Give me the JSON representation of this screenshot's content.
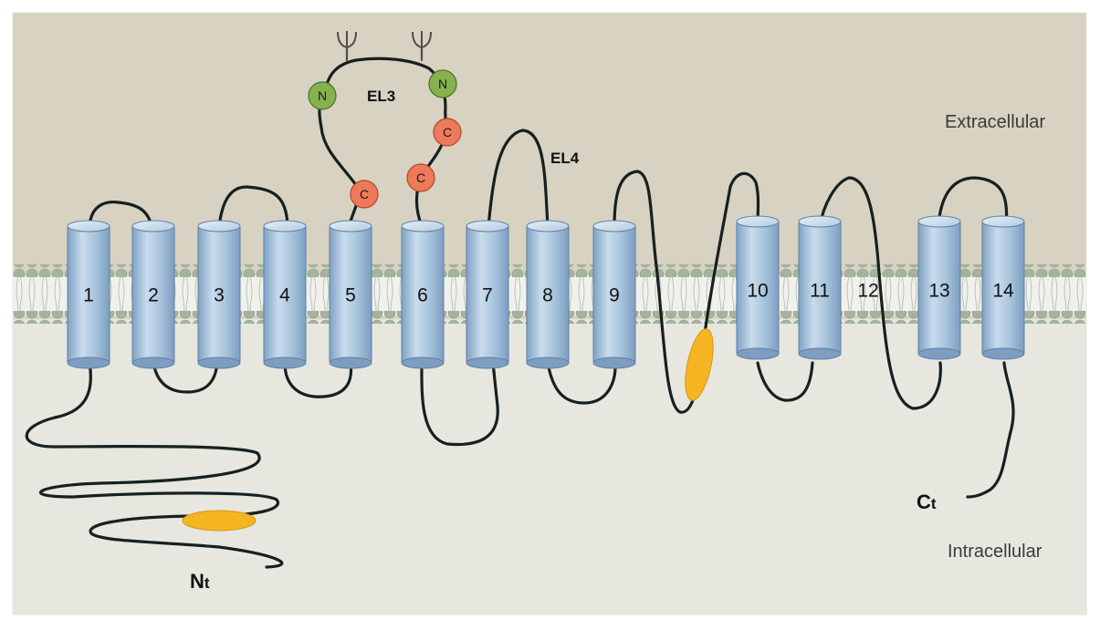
{
  "regions": {
    "extracellular": "Extracellular",
    "intracellular": "Intracellular"
  },
  "helices": [
    "1",
    "2",
    "3",
    "4",
    "5",
    "6",
    "7",
    "8",
    "9",
    "10",
    "11",
    "12",
    "13",
    "14"
  ],
  "loops": {
    "el3": "EL3",
    "el4": "EL4"
  },
  "termini": {
    "n_main": "N",
    "n_sub": "t",
    "c_main": "C",
    "c_sub": "t"
  },
  "residue_beads": {
    "n_glycosylation": "N",
    "cysteine": "C"
  },
  "colors": {
    "extracellular_bg": "#d7d2c1",
    "intracellular_bg": "#e7e7e0",
    "helix_fill": "#a9c5dd",
    "lipid_head": "#a4b39e",
    "n_bead": "#86b24e",
    "c_bead": "#ee7a5a",
    "yellow_domain": "#f5b523",
    "chain": "#162020"
  }
}
